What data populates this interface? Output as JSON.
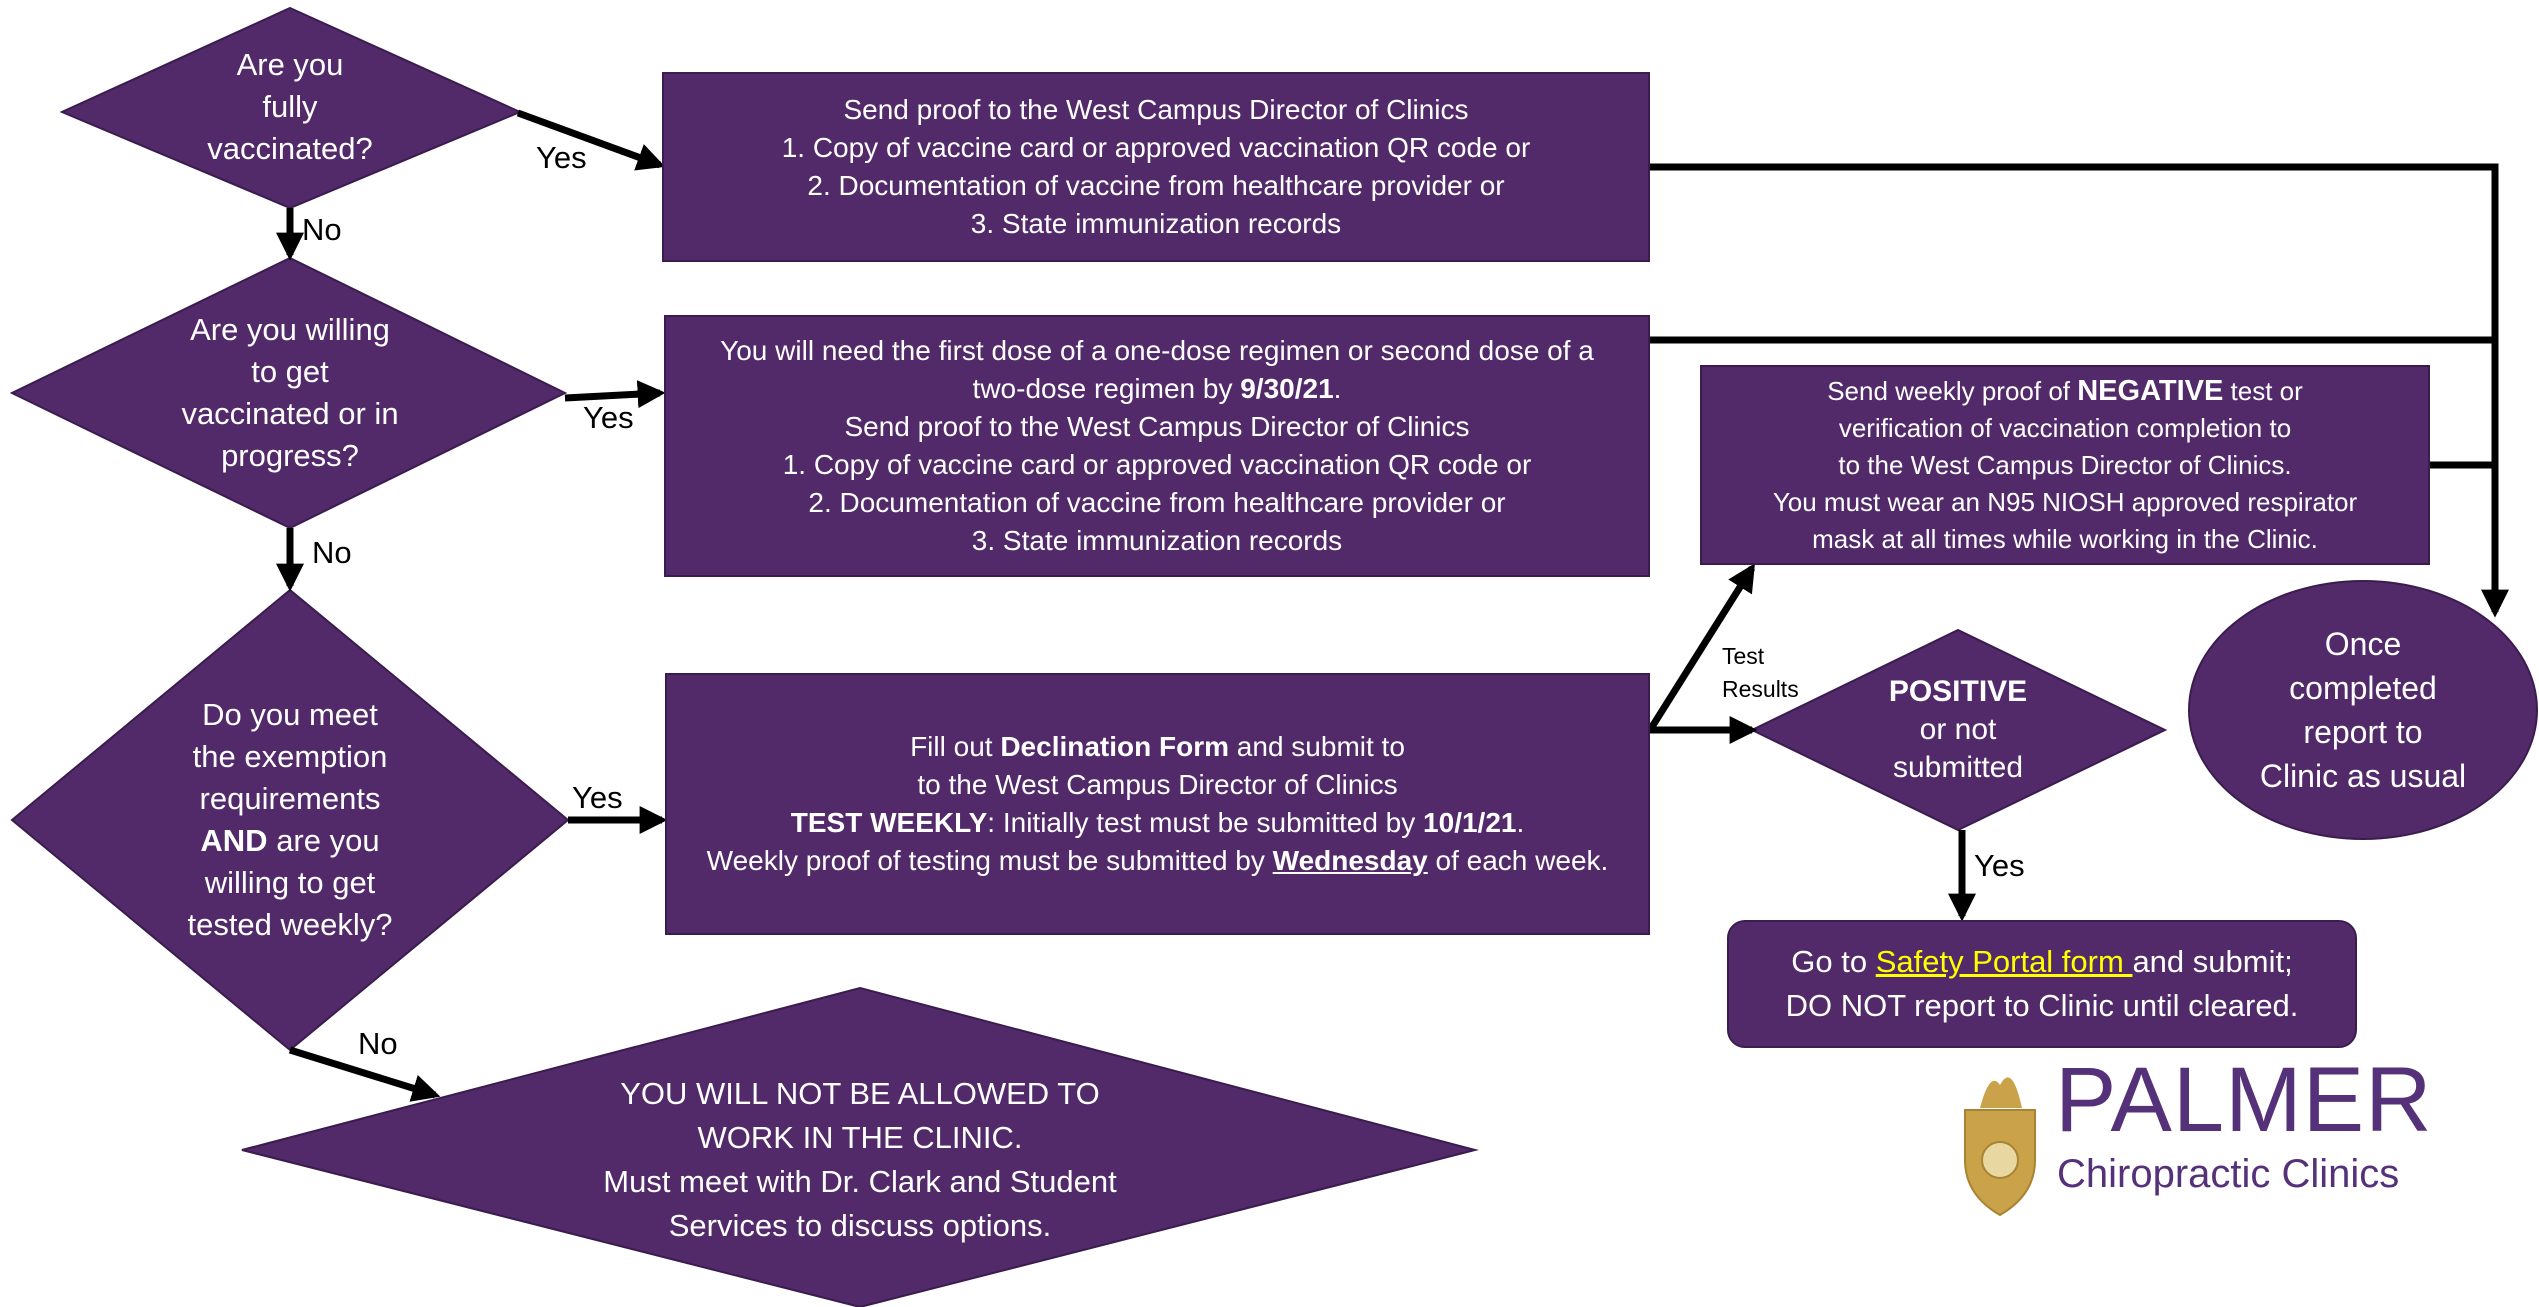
{
  "colors": {
    "shape_fill": "#522a6a",
    "shape_border": "#3b1c4e",
    "arrow": "#000000",
    "link": "#ffff00",
    "logo_purple": "#55317a",
    "logo_gold": "#c9a24a"
  },
  "decision_vaccinated": [
    "Are you",
    "fully",
    "vaccinated?"
  ],
  "decision_willing": [
    "Are you willing",
    "to get",
    "vaccinated or in",
    "progress?"
  ],
  "decision_exemption": {
    "lines": [
      "Do you meet",
      "the exemption",
      "requirements"
    ],
    "and": "AND",
    "and_rest": " are you",
    "lines2": [
      "willing to get",
      "tested weekly?"
    ]
  },
  "box_vaccinated": [
    "Send proof to the West Campus Director of Clinics",
    "1. Copy of vaccine card or approved vaccination QR code or",
    "2. Documentation of vaccine from healthcare provider or",
    "3. State immunization records"
  ],
  "box_willing": {
    "line1": "You will need the first dose of a one-dose regimen or second dose of a",
    "line2_pre": "two-dose regimen by ",
    "line2_date": "9/30/21",
    "line2_post": ".",
    "lines": [
      "Send proof to the West Campus Director of Clinics",
      "1. Copy of vaccine card or approved vaccination QR code or",
      "2. Documentation of vaccine from healthcare provider or",
      "3. State immunization records"
    ]
  },
  "box_declination": {
    "line1_pre": "Fill out ",
    "line1_bold": "Declination Form",
    "line1_post": " and submit to",
    "line2": "to the West Campus Director of Clinics",
    "line3_bold": "TEST WEEKLY",
    "line3_mid": ":  Initially test must be submitted by ",
    "line3_date": "10/1/21",
    "line3_post": ".",
    "line4_pre": "Weekly proof of testing must be submitted by ",
    "line4_day": "Wednesday",
    "line4_post": " of each week."
  },
  "box_negative": {
    "line1_pre": "Send weekly proof of ",
    "line1_bold": "NEGATIVE",
    "line1_post": " test or",
    "lines": [
      "verification of vaccination completion to",
      "to the West Campus Director of Clinics.",
      "You must wear an N95 NIOSH approved respirator",
      "mask at all times while working in the Clinic."
    ]
  },
  "decision_positive": {
    "bold": "POSITIVE",
    "lines": [
      "or not",
      "submitted"
    ]
  },
  "box_safety": {
    "pre": "Go to ",
    "link": "Safety Portal form ",
    "post": "and submit;",
    "line2": "DO NOT report to Clinic until cleared."
  },
  "oval_completed": [
    "Once",
    "completed",
    "report to",
    "Clinic as usual"
  ],
  "not_allowed": [
    "YOU WILL NOT BE ALLOWED TO",
    "WORK IN THE CLINIC.",
    "Must meet with Dr. Clark and Student",
    "Services to discuss options."
  ],
  "labels": {
    "yes1": "Yes",
    "no1": "No",
    "yes2": "Yes",
    "no2": "No",
    "yes3": "Yes",
    "no3": "No",
    "yes4": "Yes",
    "test": "Test",
    "results": "Results"
  },
  "logo": {
    "name": "PALMER",
    "subtitle": "Chiropractic Clinics"
  }
}
